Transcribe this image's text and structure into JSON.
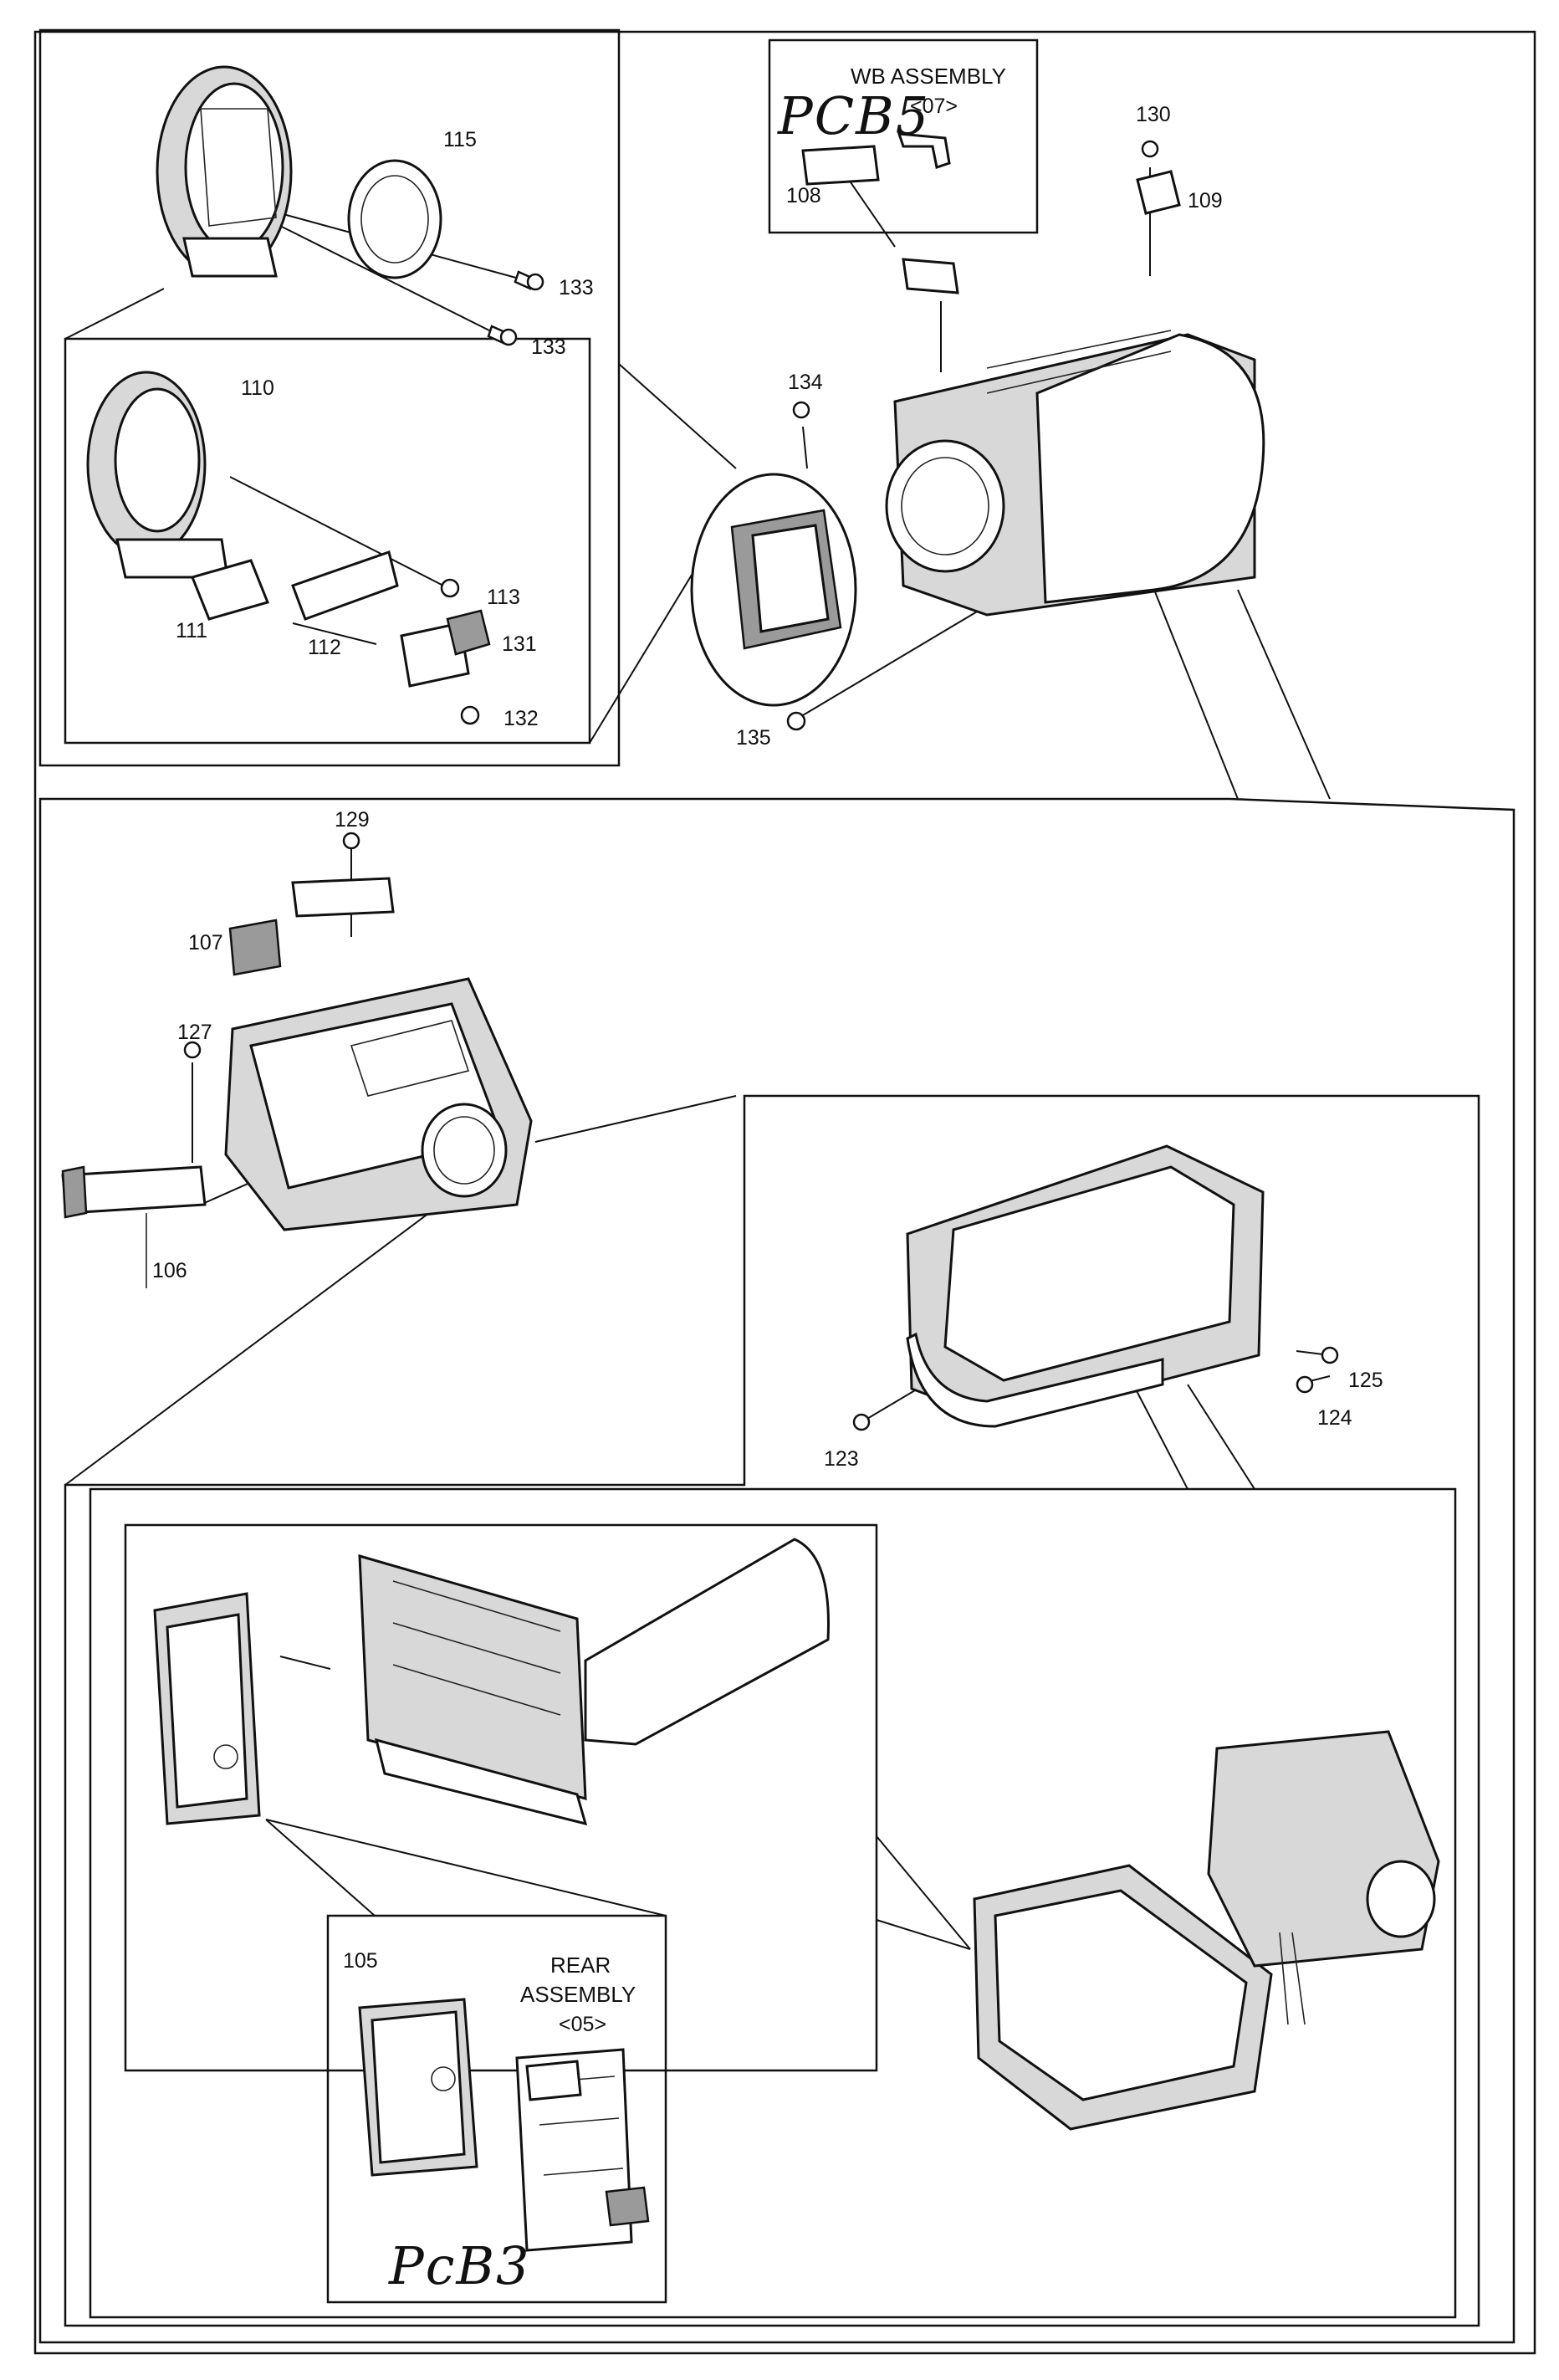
{
  "callouts": {
    "c115": "115",
    "c133a": "133",
    "c133b": "133",
    "c110": "110",
    "c113": "113",
    "c111": "111",
    "c112": "112",
    "c131": "131",
    "c132": "132",
    "c130": "130",
    "c108": "108",
    "c109": "109",
    "c134": "134",
    "c135": "135",
    "c129": "129",
    "c107": "107",
    "c127": "127",
    "c106": "106",
    "c125": "125",
    "c124": "124",
    "c123": "123",
    "c105": "105"
  },
  "assemblies": {
    "wb_title": "WB ASSEMBLY",
    "wb_code": "<07>",
    "rear_line1": "REAR",
    "rear_line2": "ASSEMBLY",
    "rear_code": "<05>"
  },
  "handwritten": {
    "pcb5": "PCB5",
    "pcb3": "PcB3"
  }
}
